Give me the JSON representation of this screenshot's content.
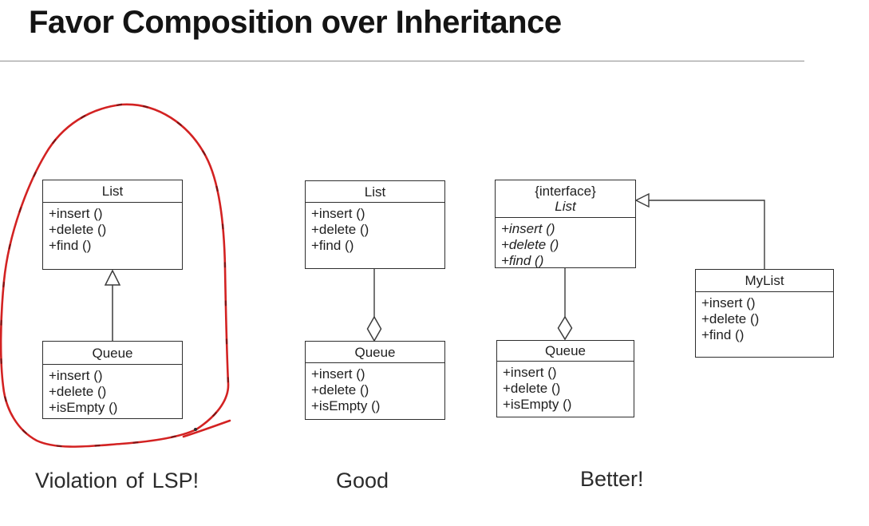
{
  "title": "Favor Composition over Inheritance",
  "colors": {
    "annotation_red": "#d32222",
    "annotation_dark": "#701212",
    "diagram_line": "#3c3c3c",
    "divider_gray": "#8f8f8f"
  },
  "diagrams": [
    {
      "caption": "Violation of LSP!",
      "relation": "inheritance",
      "annotation": "red hand-drawn circle around both classes",
      "classes": [
        {
          "name": "List",
          "methods": [
            "+insert ()",
            "+delete ()",
            "+find ()"
          ]
        },
        {
          "name": "Queue",
          "methods": [
            "+insert ()",
            "+delete ()",
            "+isEmpty ()"
          ]
        }
      ]
    },
    {
      "caption": "Good",
      "relation": "aggregation",
      "classes": [
        {
          "name": "List",
          "methods": [
            "+insert ()",
            "+delete ()",
            "+find ()"
          ]
        },
        {
          "name": "Queue",
          "methods": [
            "+insert ()",
            "+delete ()",
            "+isEmpty ()"
          ]
        }
      ]
    },
    {
      "caption": "Better!",
      "relation": "aggregation + realization",
      "classes": [
        {
          "stereotype": "{interface}",
          "name": "List",
          "methods": [
            "+insert ()",
            "+delete ()",
            "+find ()"
          ]
        },
        {
          "name": "Queue",
          "methods": [
            "+insert ()",
            "+delete ()",
            "+isEmpty ()"
          ]
        },
        {
          "name": "MyList",
          "methods": [
            "+insert ()",
            "+delete ()",
            "+find ()"
          ]
        }
      ]
    }
  ]
}
